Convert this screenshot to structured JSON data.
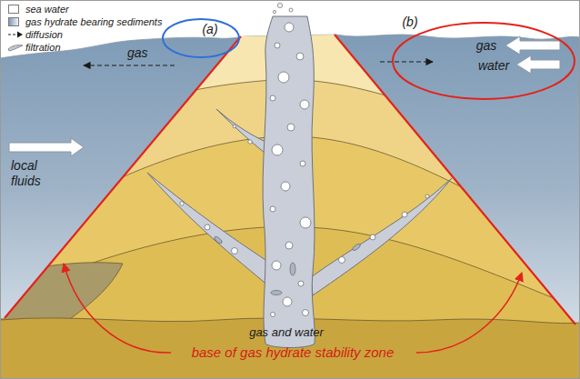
{
  "diagram": {
    "nodes": [
      {
        "text": [
          "(a)"
        ]
      },
      {
        "text": [
          "(b)",
          "gas",
          "water"
        ]
      }
    ],
    "labels": [
      "gas",
      "local fluids",
      "gas and water",
      "base of gas hydrate stability zone"
    ],
    "legend": [
      {
        "text": "sea water",
        "color": "#ffffff"
      },
      {
        "text": "gas hydrate bearing sediments",
        "color": "#7f9bb6"
      },
      {
        "text": "diffusion"
      },
      {
        "text": "filtration"
      }
    ]
  }
}
